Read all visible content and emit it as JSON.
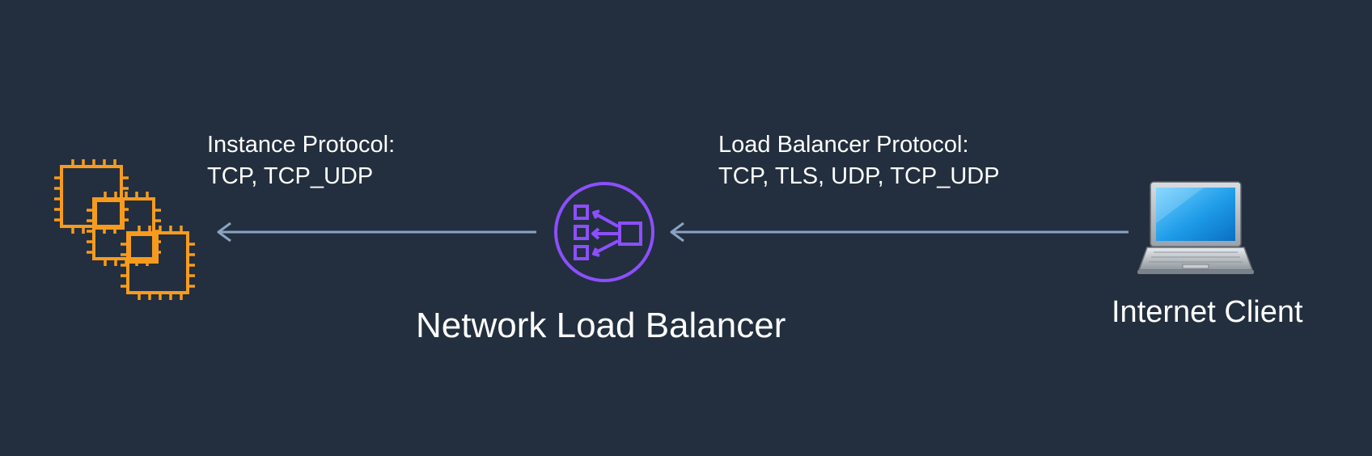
{
  "instance_protocol": {
    "title": "Instance Protocol:",
    "value": "TCP, TCP_UDP"
  },
  "load_balancer_protocol": {
    "title": "Load Balancer Protocol:",
    "value": "TCP, TLS, UDP, TCP_UDP"
  },
  "nodes": {
    "targets": {
      "icon": "ec2-instances-icon"
    },
    "load_balancer": {
      "label": "Network Load Balancer",
      "icon": "network-load-balancer-icon"
    },
    "client": {
      "label": "Internet Client",
      "icon": "laptop-icon"
    }
  },
  "colors": {
    "background": "#232f3e",
    "ec2_orange": "#f79b1e",
    "nlb_purple": "#8c4fff",
    "arrow": "#8aa3c4",
    "text": "#ffffff"
  }
}
